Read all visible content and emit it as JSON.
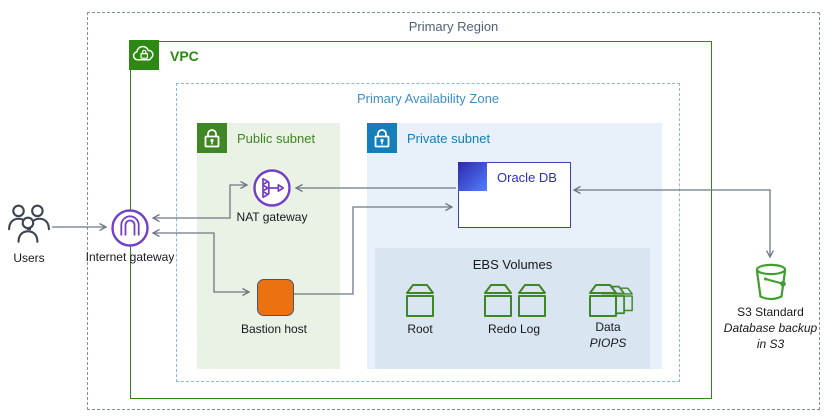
{
  "region": {
    "label": "Primary Region"
  },
  "vpc": {
    "label": "VPC"
  },
  "az": {
    "label": "Primary Availability Zone"
  },
  "public_subnet": {
    "label": "Public subnet"
  },
  "private_subnet": {
    "label": "Private subnet"
  },
  "nodes": {
    "users": {
      "label": "Users"
    },
    "internet_gateway": {
      "label": "Internet gateway"
    },
    "nat_gateway": {
      "label": "NAT gateway"
    },
    "bastion_host": {
      "label": "Bastion host"
    },
    "oracle_db": {
      "label": "Oracle DB"
    },
    "s3": {
      "label": "S3 Standard",
      "sublabel1": "Database backup",
      "sublabel2": "in S3"
    }
  },
  "ebs": {
    "title": "EBS Volumes",
    "volumes": [
      {
        "label": "Root"
      },
      {
        "label": "Redo Log"
      },
      {
        "label": "Data",
        "sublabel": "PIOPS"
      }
    ]
  },
  "colors": {
    "vpc_green": "#2E8914",
    "subnet_green": "#3F8624",
    "subnet_blue": "#147EBA",
    "network_purple": "#7240C6",
    "bastion_orange": "#EC7211",
    "oracle_blue": "#2E2FC2",
    "storage_green": "#3F9E2D",
    "arrow_gray": "#6E7884",
    "region_border": "#7E90A2",
    "az_border": "#8CB9DB"
  }
}
